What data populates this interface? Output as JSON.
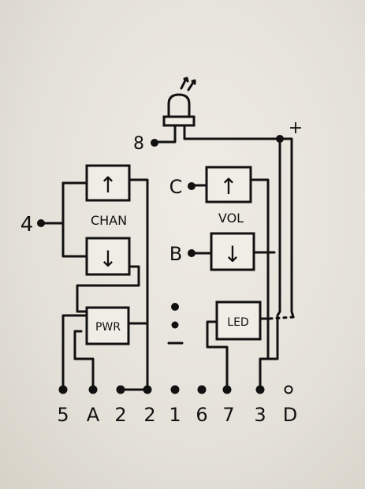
{
  "diagram": {
    "blocks": {
      "chan": "CHAN",
      "vol": "VOL",
      "pwr": "PWR",
      "led": "LED"
    },
    "pins_bottom": [
      "5",
      "A",
      "2",
      "2",
      "1",
      "6",
      "7",
      "3",
      "D"
    ],
    "side_labels": {
      "pin_8": "8",
      "pin_4": "4",
      "pin_c": "C",
      "pin_b": "B",
      "plus": "+"
    },
    "arrows": {
      "up": "↑",
      "down": "↓"
    },
    "colors": {
      "ink": "#111111",
      "paper": "#ebe8e1"
    }
  }
}
